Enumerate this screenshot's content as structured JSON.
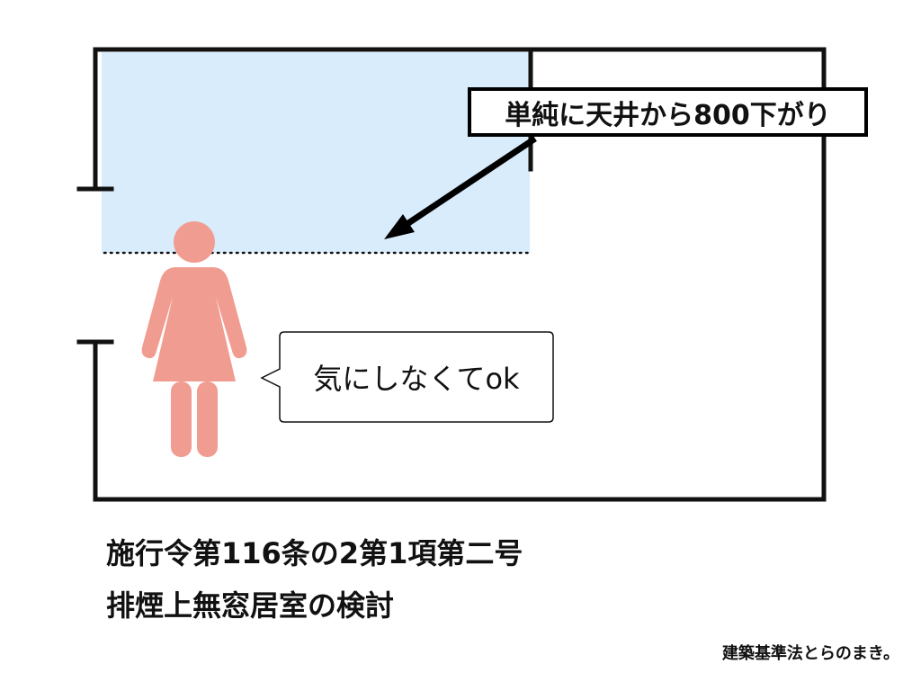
{
  "colors": {
    "zone_fill": "#d9ecfc",
    "person": "#f19c91",
    "wall": "#111111"
  },
  "callout": {
    "label": "単純に天井から800下がり"
  },
  "bubble": {
    "text": "気にしなくてok"
  },
  "title": {
    "line1": "施行令第116条の2第1項第二号",
    "line2": "排煙上無窓居室の検討"
  },
  "credit": "建築基準法とらのまき。"
}
